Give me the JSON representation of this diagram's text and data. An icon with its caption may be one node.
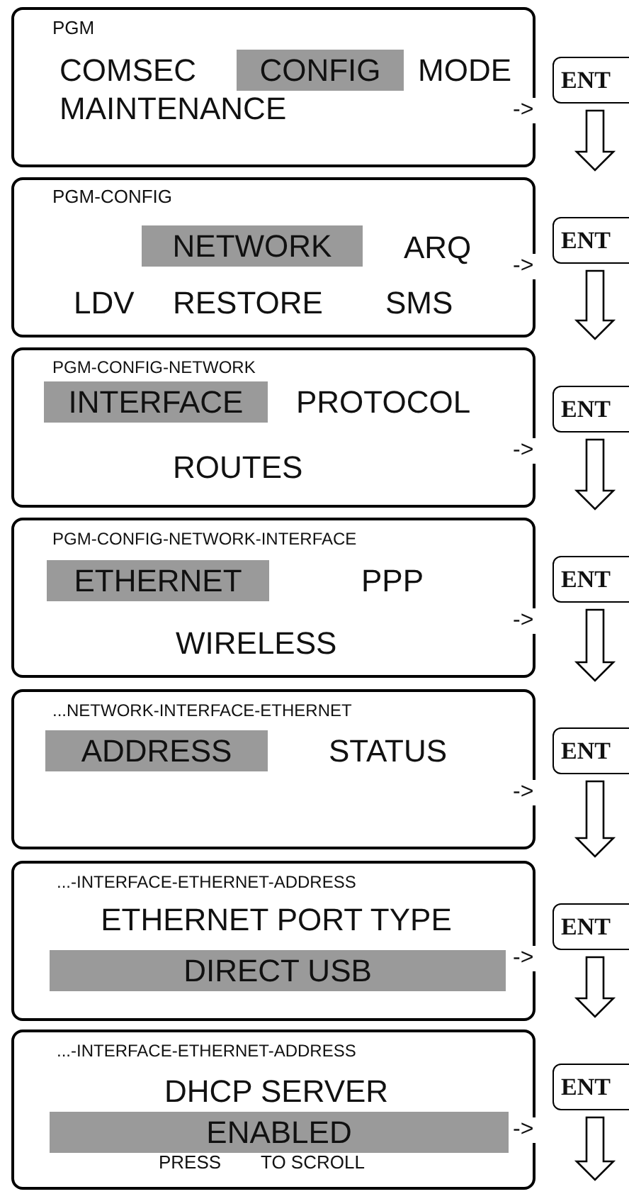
{
  "diagram": {
    "nodes": [
      {
        "text": [
          "PGM",
          "COMSEC",
          "CONFIG",
          "MODE",
          "MAINTENANCE",
          "->"
        ]
      },
      {
        "text": [
          "ENT"
        ]
      },
      {
        "text": [
          "PGM-CONFIG",
          "NETWORK",
          "ARQ",
          "LDV",
          "RESTORE",
          "SMS",
          "->"
        ]
      },
      {
        "text": [
          "ENT"
        ]
      },
      {
        "text": [
          "PGM-CONFIG-NETWORK",
          "INTERFACE",
          "PROTOCOL",
          "ROUTES",
          "->"
        ]
      },
      {
        "text": [
          "ENT"
        ]
      },
      {
        "text": [
          "PGM-CONFIG-NETWORK-INTERFACE",
          "ETHERNET",
          "PPP",
          "WIRELESS",
          "->"
        ]
      },
      {
        "text": [
          "ENT"
        ]
      },
      {
        "text": [
          "...NETWORK-INTERFACE-ETHERNET",
          "ADDRESS",
          "STATUS",
          "->"
        ]
      },
      {
        "text": [
          "ENT"
        ]
      },
      {
        "text": [
          "...-INTERFACE-ETHERNET-ADDRESS",
          "ETHERNET PORT TYPE",
          "DIRECT USB",
          "->"
        ]
      },
      {
        "text": [
          "ENT"
        ]
      },
      {
        "text": [
          "...-INTERFACE-ETHERNET-ADDRESS",
          "DHCP SERVER",
          "ENABLED",
          "PRESS",
          "TO SCROLL",
          "->"
        ]
      },
      {
        "text": [
          "ENT"
        ]
      }
    ],
    "edges": [
      {
        "from": 1,
        "to": 3,
        "arrow": "to"
      },
      {
        "from": 3,
        "to": 5,
        "arrow": "to"
      },
      {
        "from": 5,
        "to": 7,
        "arrow": "to"
      },
      {
        "from": 7,
        "to": 9,
        "arrow": "to"
      },
      {
        "from": 9,
        "to": 11,
        "arrow": "to"
      },
      {
        "from": 11,
        "to": 13,
        "arrow": "to"
      },
      {
        "from": 13,
        "to": null,
        "arrow": "to"
      }
    ]
  }
}
